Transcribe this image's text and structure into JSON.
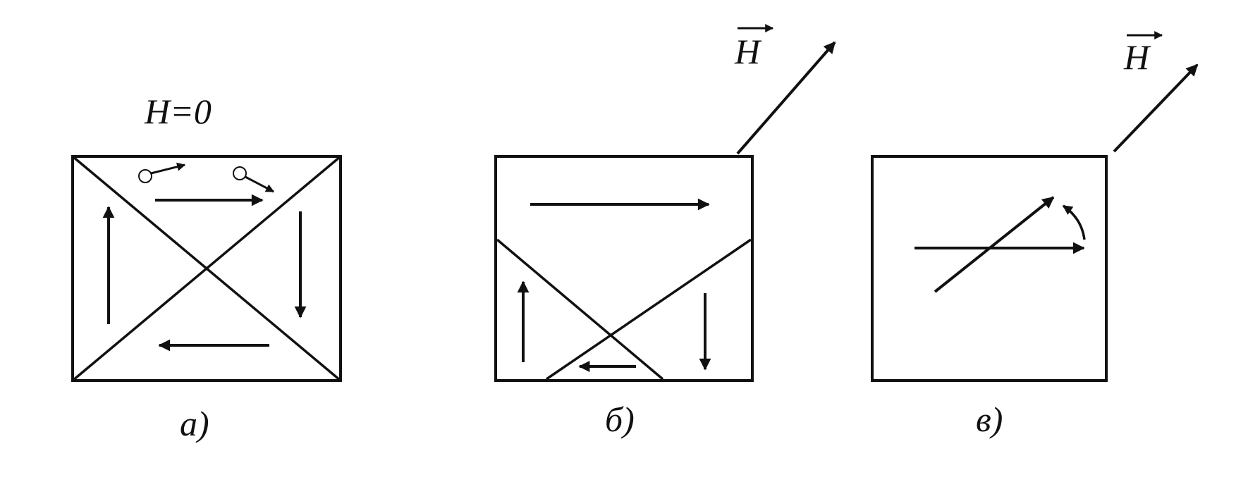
{
  "panels": {
    "a": {
      "caption": "а)",
      "field_label": "H=0"
    },
    "b": {
      "caption": "б)",
      "field_label": "H"
    },
    "c": {
      "caption": "в)",
      "field_label": "H"
    }
  },
  "colors": {
    "ink": "#111111",
    "background": "#ffffff"
  }
}
